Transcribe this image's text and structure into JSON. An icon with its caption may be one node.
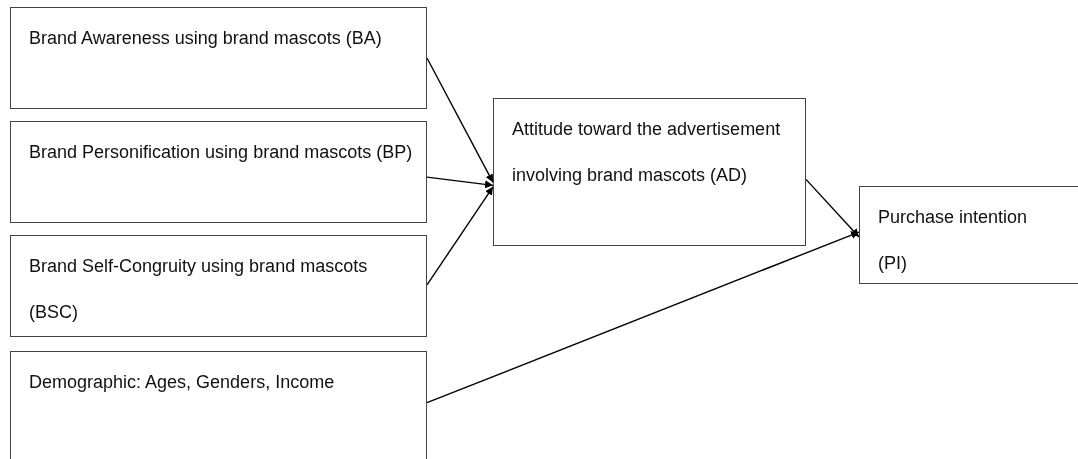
{
  "diagram": {
    "nodes": [
      {
        "text": [
          "Brand Awareness using brand mascots (BA)"
        ]
      },
      {
        "text": [
          "Brand Personification using brand mascots (BP)"
        ]
      },
      {
        "text": [
          "Brand Self-Congruity using brand mascots (BSC)"
        ]
      },
      {
        "text": [
          "Demographic: Ages, Genders, Income"
        ]
      },
      {
        "text": [
          "Attitude toward the advertisement involving brand mascots (AD)"
        ]
      },
      {
        "text": [
          "Purchase intention (PI)"
        ]
      }
    ],
    "edges": [
      {
        "from": 0,
        "to": 4,
        "arrow": "to"
      },
      {
        "from": 1,
        "to": 4,
        "arrow": "to"
      },
      {
        "from": 2,
        "to": 4,
        "arrow": "to"
      },
      {
        "from": 4,
        "to": 5,
        "arrow": "to"
      },
      {
        "from": 3,
        "to": 5,
        "arrow": "to"
      }
    ]
  }
}
